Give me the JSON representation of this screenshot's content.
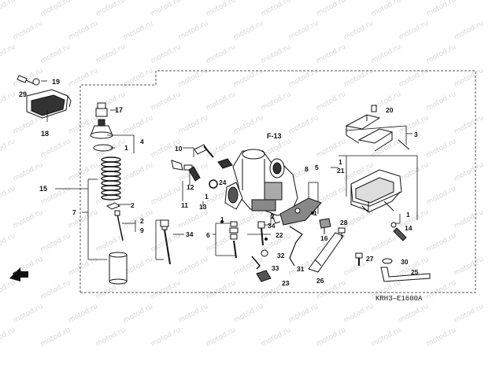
{
  "watermark": "motod.ru",
  "diagram_code": "KRH3—E1600A",
  "fr_label": "FR.",
  "section_ref": "F-13",
  "part_labels": {
    "p29": "29",
    "p19": "19",
    "p18": "18",
    "p17": "17",
    "p4": "4",
    "p1a": "1",
    "p15": "15",
    "p7": "7",
    "p2a": "2",
    "p2b": "2",
    "p9": "9",
    "p10": "10",
    "p12": "12",
    "p11": "11",
    "p13": "13",
    "p1b": "1",
    "p24": "24",
    "p34a": "34",
    "p6": "6",
    "p1c": "1",
    "p22": "22",
    "p2c": "2",
    "p34b": "34",
    "p32": "32",
    "p33": "33",
    "p23": "23",
    "p8": "8",
    "p1d": "1",
    "p5": "5",
    "p1e": "1",
    "p21": "21",
    "p16": "16",
    "p28": "28",
    "p31": "31",
    "p26": "26",
    "p27": "27",
    "p20": "20",
    "p3": "3",
    "p1f": "1",
    "p14": "14",
    "p30": "30",
    "p25": "25"
  }
}
